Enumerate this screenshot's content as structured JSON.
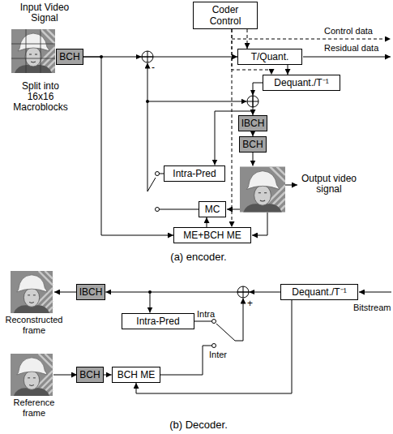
{
  "diagram": {
    "nodes": [
      {
        "text": [
          "BCH"
        ]
      },
      {
        "text": [
          "Coder Control"
        ]
      },
      {
        "text": [
          "T/Quant."
        ]
      },
      {
        "text": [
          "Dequant./T⁻¹"
        ]
      },
      {
        "text": [
          "IBCH"
        ]
      },
      {
        "text": [
          "BCH"
        ]
      },
      {
        "text": [
          "Intra-Pred"
        ]
      },
      {
        "text": [
          "MC"
        ]
      },
      {
        "text": [
          "ME+BCH ME"
        ]
      },
      {
        "text": [
          "IBCH"
        ]
      },
      {
        "text": [
          "Dequant./T⁻¹"
        ]
      },
      {
        "text": [
          "Intra-Pred"
        ]
      },
      {
        "text": [
          "BCH"
        ]
      },
      {
        "text": [
          "BCH ME"
        ]
      }
    ],
    "edges": [
      {
        "from": 0,
        "to": 2,
        "arrow": "to"
      },
      {
        "from": 1,
        "to": 2,
        "arrow": "to"
      },
      {
        "from": 1,
        "to": 3,
        "arrow": "to"
      },
      {
        "from": 1,
        "to": 8,
        "arrow": "to"
      },
      {
        "from": 2,
        "to": 3,
        "arrow": "to"
      },
      {
        "from": 3,
        "to": 4,
        "arrow": "to"
      },
      {
        "from": 4,
        "to": 5,
        "arrow": "to"
      },
      {
        "from": 8,
        "to": 7,
        "arrow": "to"
      },
      {
        "from": 0,
        "to": 8,
        "arrow": "to"
      },
      {
        "from": 10,
        "to": 9,
        "arrow": "to"
      },
      {
        "from": 12,
        "to": 13,
        "arrow": "to"
      },
      {
        "from": 10,
        "to": 13,
        "arrow": "to"
      }
    ],
    "labels": [
      "Input Video Signal",
      "Split into 16x16 Macroblocks",
      "Control data",
      "Residual data",
      "-",
      "Output video signal",
      "(a) encoder.",
      "Reconstructed frame",
      "+",
      "Bitstream",
      "Intra",
      "Inter",
      "Reference frame",
      "(b) Decoder."
    ]
  }
}
